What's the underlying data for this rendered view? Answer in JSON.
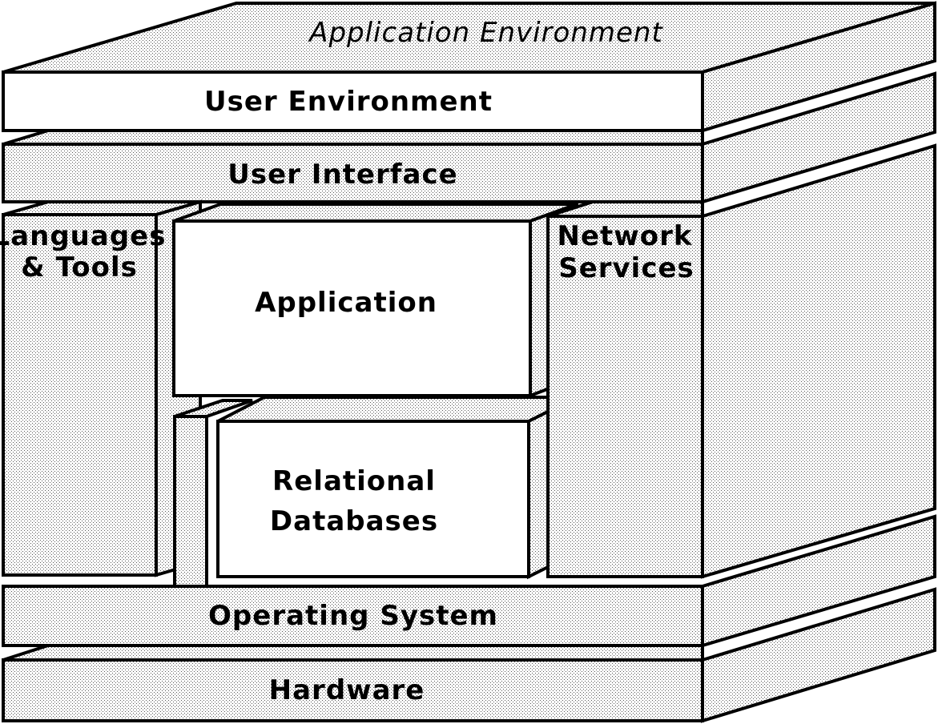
{
  "layers": {
    "application_environment": "Application Environment",
    "user_environment": "User Environment",
    "user_interface": "User Interface",
    "languages_tools": [
      "Languages",
      "& Tools"
    ],
    "application": "Application",
    "network_services": [
      "Network",
      "Services"
    ],
    "relational_databases": [
      "Relational",
      "Databases"
    ],
    "operating_system": "Operating System",
    "hardware": "Hardware"
  },
  "colors": {
    "line": "#000000",
    "fill_plain": "#ffffff",
    "fill_stipple": "#e6e6e6"
  }
}
